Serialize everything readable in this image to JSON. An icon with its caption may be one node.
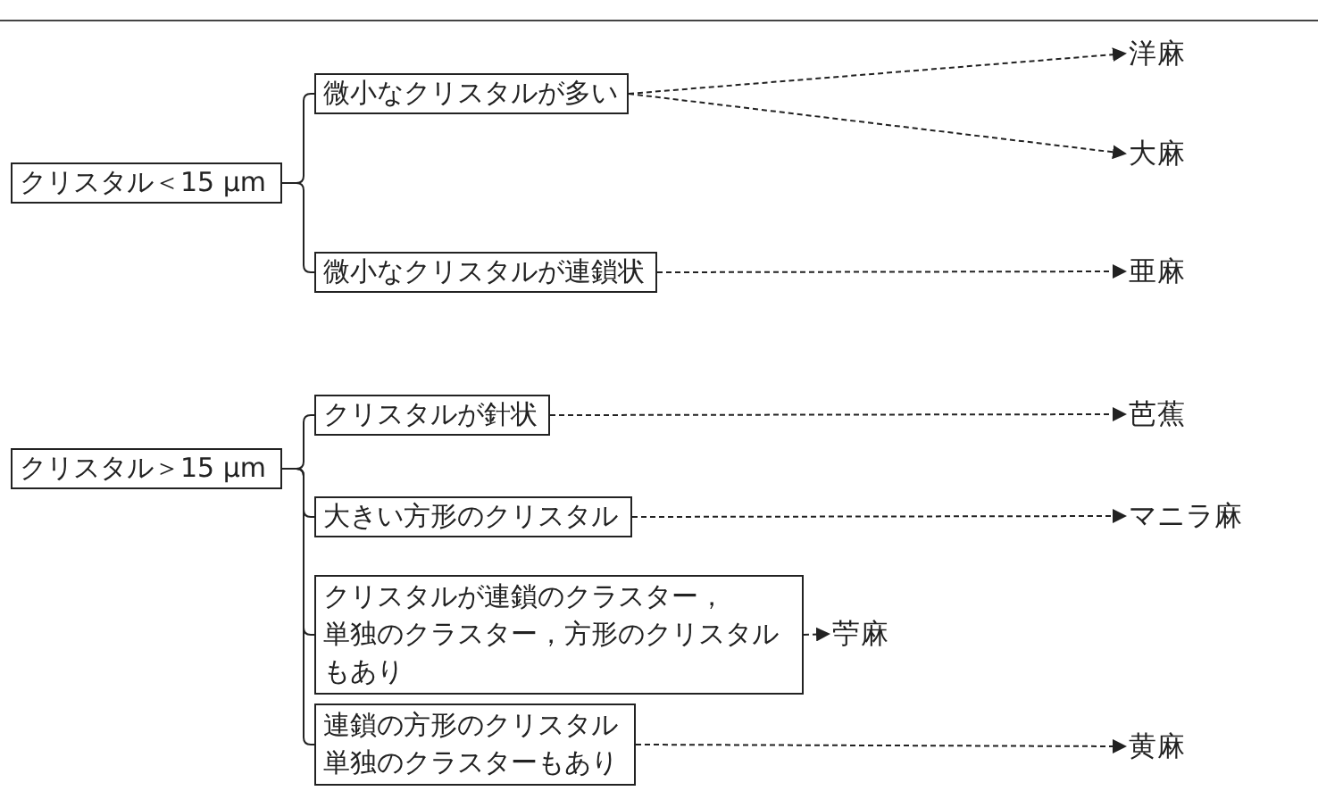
{
  "diagram": {
    "nodes": [
      {
        "text": [
          "クリスタル＜15 μm"
        ]
      },
      {
        "text": [
          "微小なクリスタルが多い"
        ]
      },
      {
        "text": [
          "洋麻"
        ]
      },
      {
        "text": [
          "大麻"
        ]
      },
      {
        "text": [
          "微小なクリスタルが連鎖状"
        ]
      },
      {
        "text": [
          "亜麻"
        ]
      },
      {
        "text": [
          "クリスタル＞15 μm"
        ]
      },
      {
        "text": [
          "クリスタルが針状"
        ]
      },
      {
        "text": [
          "芭蕉"
        ]
      },
      {
        "text": [
          "大きい方形のクリスタル"
        ]
      },
      {
        "text": [
          "マニラ麻"
        ]
      },
      {
        "text": [
          "クリスタルが連鎖のクラスター，単独のクラスター，方形のクリスタルもあり"
        ]
      },
      {
        "text": [
          "苧麻"
        ]
      },
      {
        "text": [
          "連鎖の方形のクリスタル単独のクラスターもあり"
        ]
      },
      {
        "text": [
          "黄麻"
        ]
      }
    ],
    "edges": [
      {
        "from": 0,
        "to": 1,
        "arrow": "none"
      },
      {
        "from": 0,
        "to": 4,
        "arrow": "none"
      },
      {
        "from": 1,
        "to": 2,
        "arrow": "to",
        "style": "dashed"
      },
      {
        "from": 1,
        "to": 3,
        "arrow": "to",
        "style": "dashed"
      },
      {
        "from": 4,
        "to": 5,
        "arrow": "to",
        "style": "dashed"
      },
      {
        "from": 6,
        "to": 7,
        "arrow": "none"
      },
      {
        "from": 6,
        "to": 9,
        "arrow": "none"
      },
      {
        "from": 6,
        "to": 11,
        "arrow": "none"
      },
      {
        "from": 6,
        "to": 13,
        "arrow": "none"
      },
      {
        "from": 7,
        "to": 8,
        "arrow": "to",
        "style": "dashed"
      },
      {
        "from": 9,
        "to": 10,
        "arrow": "to",
        "style": "dashed"
      },
      {
        "from": 11,
        "to": 12,
        "arrow": "to",
        "style": "dashed"
      },
      {
        "from": 13,
        "to": 14,
        "arrow": "to",
        "style": "dashed"
      }
    ]
  }
}
